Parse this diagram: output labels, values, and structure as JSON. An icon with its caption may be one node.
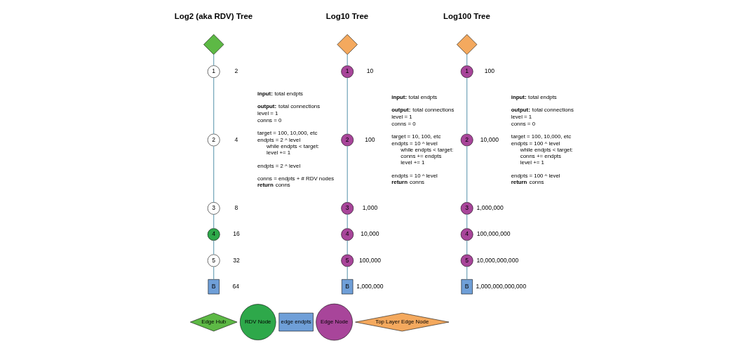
{
  "diagram": {
    "nodes": [
      {
        "text": [],
        "shape": "diamond"
      },
      {
        "text": [
          "1"
        ],
        "beside": [
          "2"
        ]
      },
      {
        "text": [
          "2"
        ],
        "beside": [
          "4"
        ]
      },
      {
        "text": [
          "3"
        ],
        "beside": [
          "8"
        ]
      },
      {
        "text": [
          "4"
        ],
        "beside": [
          "16"
        ]
      },
      {
        "text": [
          "5"
        ],
        "beside": [
          "32"
        ]
      },
      {
        "text": [
          "B"
        ],
        "beside": [
          "64"
        ]
      },
      {
        "text": [],
        "shape": "diamond"
      },
      {
        "text": [
          "1"
        ],
        "beside": [
          "10"
        ]
      },
      {
        "text": [
          "2"
        ],
        "beside": [
          "100"
        ]
      },
      {
        "text": [
          "3"
        ],
        "beside": [
          "1,000"
        ]
      },
      {
        "text": [
          "4"
        ],
        "beside": [
          "10,000"
        ]
      },
      {
        "text": [
          "5"
        ],
        "beside": [
          "100,000"
        ]
      },
      {
        "text": [
          "B"
        ],
        "beside": [
          "1,000,000"
        ]
      },
      {
        "text": [],
        "shape": "diamond"
      },
      {
        "text": [
          "1"
        ],
        "beside": [
          "100"
        ]
      },
      {
        "text": [
          "2"
        ],
        "beside": [
          "10,000"
        ]
      },
      {
        "text": [
          "3"
        ],
        "beside": [
          "1,000,000"
        ]
      },
      {
        "text": [
          "4"
        ],
        "beside": [
          "100,000,000"
        ]
      },
      {
        "text": [
          "5"
        ],
        "beside": [
          "10,000,000,000"
        ]
      },
      {
        "text": [
          "B"
        ],
        "beside": [
          "1,000,000,000,000"
        ]
      }
    ],
    "edges": [
      {
        "from": 0,
        "to": 1,
        "arrow": "none"
      },
      {
        "from": 1,
        "to": 2,
        "arrow": "none"
      },
      {
        "from": 2,
        "to": 3,
        "arrow": "none"
      },
      {
        "from": 3,
        "to": 4,
        "arrow": "none"
      },
      {
        "from": 4,
        "to": 5,
        "arrow": "none"
      },
      {
        "from": 5,
        "to": 6,
        "arrow": "none"
      },
      {
        "from": 7,
        "to": 8,
        "arrow": "none"
      },
      {
        "from": 8,
        "to": 9,
        "arrow": "none"
      },
      {
        "from": 9,
        "to": 10,
        "arrow": "none"
      },
      {
        "from": 10,
        "to": 11,
        "arrow": "none"
      },
      {
        "from": 11,
        "to": 12,
        "arrow": "none"
      },
      {
        "from": 12,
        "to": 13,
        "arrow": "none"
      },
      {
        "from": 14,
        "to": 15,
        "arrow": "none"
      },
      {
        "from": 15,
        "to": 16,
        "arrow": "none"
      },
      {
        "from": 16,
        "to": 17,
        "arrow": "none"
      },
      {
        "from": 17,
        "to": 18,
        "arrow": "none"
      },
      {
        "from": 18,
        "to": 19,
        "arrow": "none"
      },
      {
        "from": 19,
        "to": 20,
        "arrow": "none"
      }
    ],
    "labels": [
      "Log2 (aka RDV) Tree",
      "**input:** total endpts",
      "**output:** total connections",
      "level = 1",
      "conns = 0",
      "target = 100, 10,000, etc",
      "endpts = 2 ^ level",
      "while endpts < target:",
      "level += 1",
      "endpts = 2 ^ level",
      "conns = endpts + # RDV nodes",
      "**return** conns",
      "Log10 Tree",
      "**input:** total endpts",
      "**output:** total connections",
      "level = 1",
      "conns = 0",
      "target = 10, 100, etc",
      "endpts = 10 ^ level",
      "while endpts < target:",
      "conns += endpts",
      "level += 1",
      "endpts = 10 ^ level",
      "**return** conns",
      "Log100 Tree",
      "**input:** total endpts",
      "**output:** total connections",
      "level = 1",
      "conns = 0",
      "target = 100, 10,000, etc",
      "endpts = 100 ^ level",
      "while endpts < target:",
      "conns += endpts",
      "level += 1",
      "endpts = 100 ^ level",
      "**return** conns"
    ],
    "legend": [
      {
        "text": "Edge Hub",
        "color": "#5db945"
      },
      {
        "text": "RDV Node",
        "color": "#2ea84a"
      },
      {
        "text": "edge endpts",
        "color": "#6f9fd8"
      },
      {
        "text": "Edge Node",
        "color": "#a8459a"
      },
      {
        "text": "Top Layer Edge Node",
        "color": "#f4a95e"
      }
    ]
  }
}
